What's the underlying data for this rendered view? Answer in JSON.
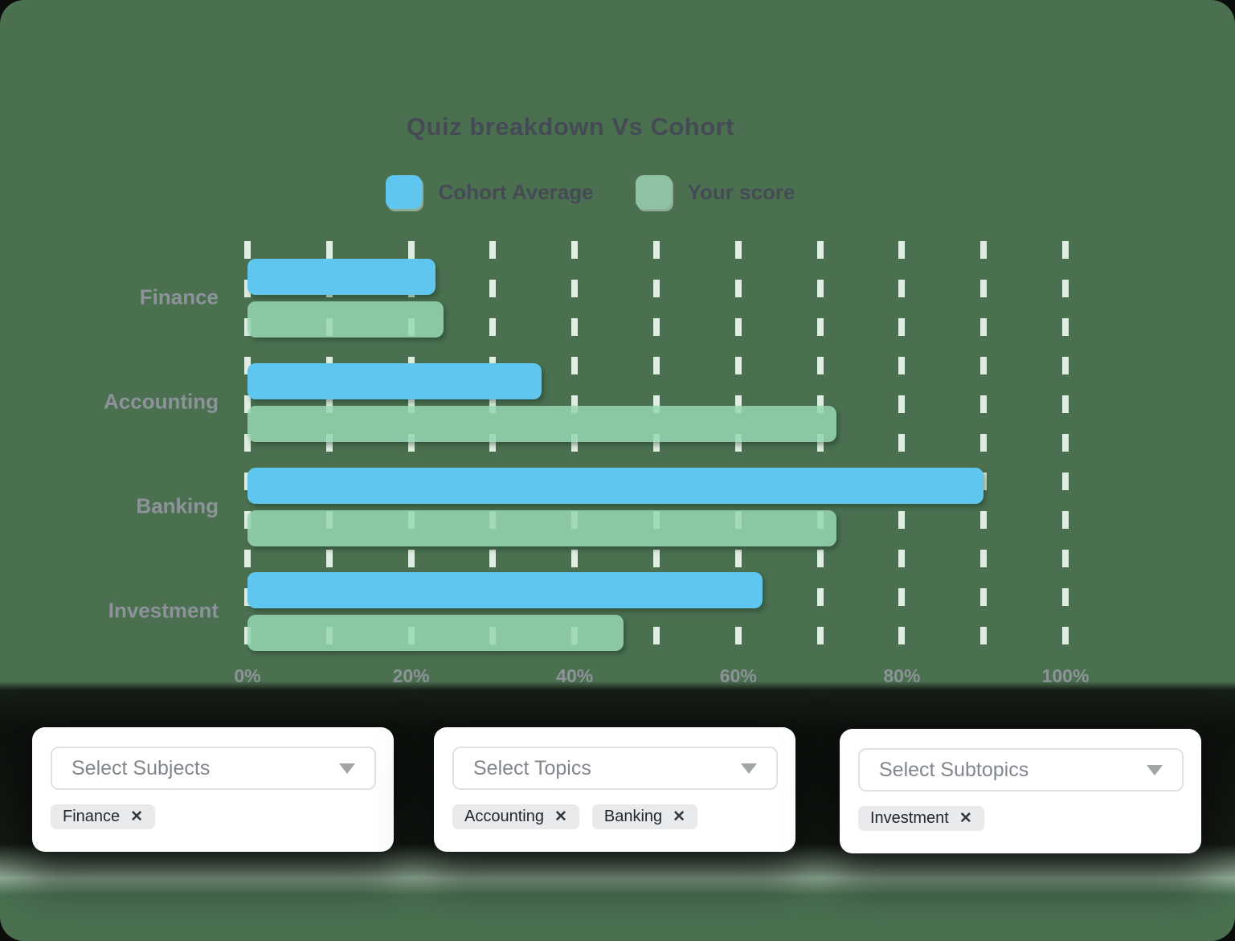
{
  "chart_data": {
    "type": "bar",
    "orientation": "horizontal",
    "title": "Quiz breakdown Vs Cohort",
    "categories": [
      "Finance",
      "Accounting",
      "Banking",
      "Investment"
    ],
    "series": [
      {
        "name": "Cohort Average",
        "color": "#5EC6EF",
        "fill": "#5EC6EF",
        "values": [
          23,
          36,
          90,
          63
        ]
      },
      {
        "name": "Your score",
        "color": "#8DC3A2",
        "fill": "rgba(151,214,178,0.85)",
        "values": [
          24,
          72,
          72,
          46
        ]
      }
    ],
    "xlabel": "",
    "ylabel": "",
    "xlim": [
      0,
      100
    ],
    "x_ticks": [
      "0%",
      "20%",
      "40%",
      "60%",
      "80%",
      "100%"
    ],
    "gridlines": {
      "style": "dashed-vertical",
      "color": "#ECF8EE",
      "count": 11
    },
    "legend_position": "top",
    "background": "#4A7050",
    "axis_label_color": "#8D9399",
    "title_color": "#454B55"
  },
  "filters": [
    {
      "placeholder": "Select Subjects",
      "chips": [
        "Finance"
      ]
    },
    {
      "placeholder": "Select Topics",
      "chips": [
        "Accounting",
        "Banking"
      ]
    },
    {
      "placeholder": "Select Subtopics",
      "chips": [
        "Investment"
      ]
    }
  ],
  "icons": {
    "chip_close": "✕",
    "select_dropdown": "chevron-down"
  }
}
